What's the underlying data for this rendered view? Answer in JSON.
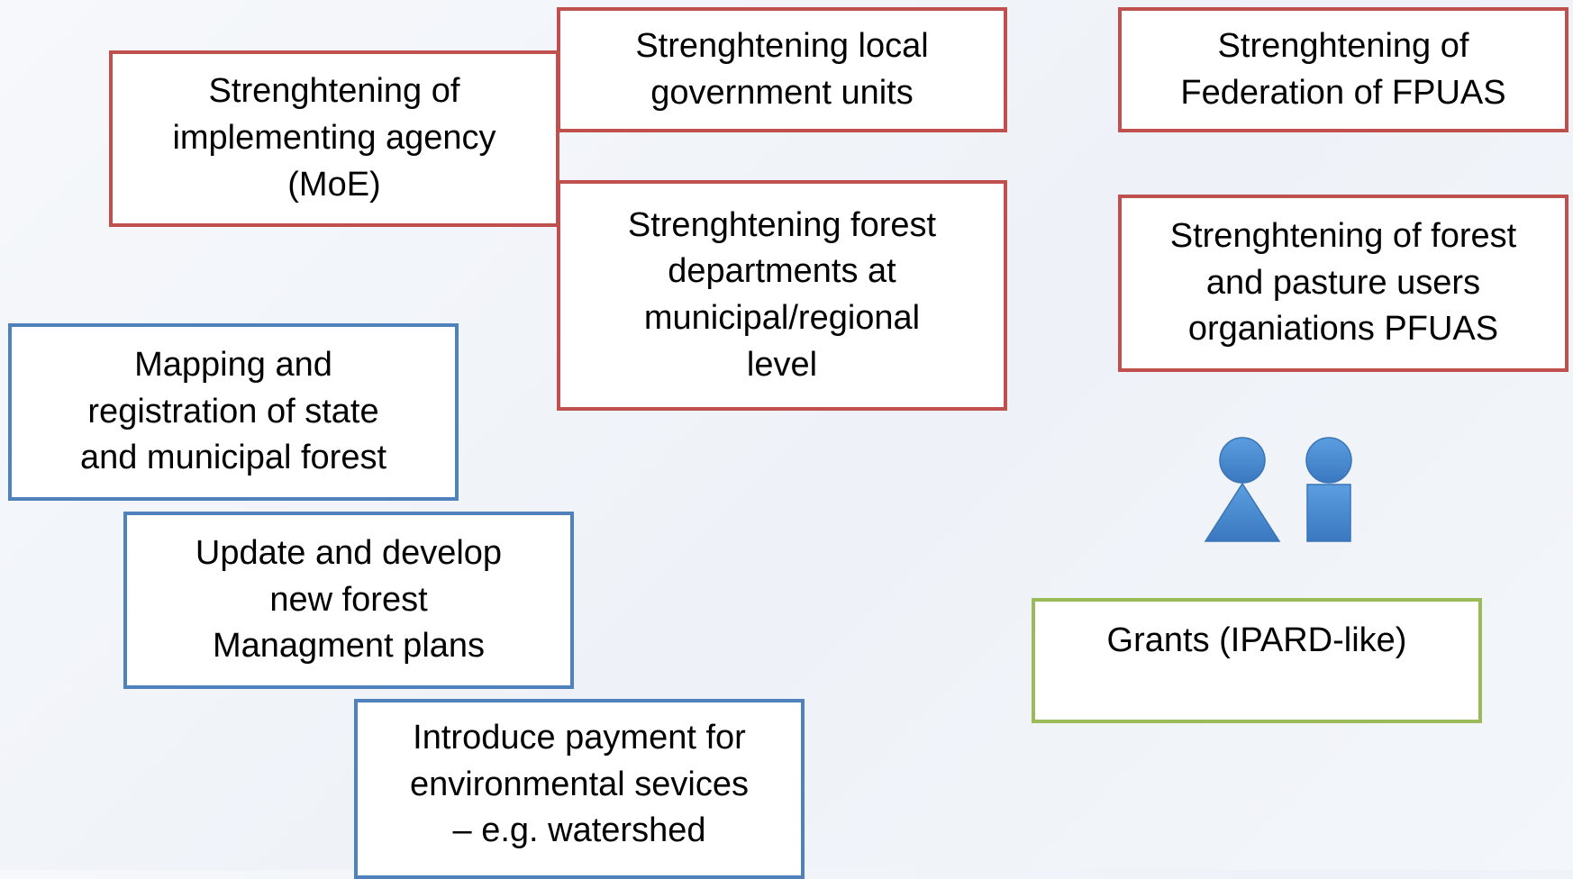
{
  "boxes": {
    "implementing_agency": "Strenghtening of implementing agency (MoE)",
    "local_government": "Strenghtening local government units",
    "forest_departments": "Strenghtening forest departments at municipal/regional level",
    "federation": "Strenghtening of Federation of FPUAS",
    "user_organisations": "Strenghtening of forest and pasture users organiations PFUAS",
    "mapping": "Mapping and registration of state and municipal forest",
    "management_plans": "Update and develop new forest Managment plans",
    "payment_services": "Introduce payment for environmental sevices – e.g. watershed",
    "grants": "Grants (IPARD-like)"
  },
  "lines": {
    "implementing_agency": "Strenghtening of\nimplementing agency\n(MoE)",
    "local_government": "Strenghtening local\ngovernment units",
    "forest_departments": "Strenghtening forest\ndepartments at\nmunicipal/regional\nlevel",
    "federation": "Strenghtening of\nFederation of FPUAS",
    "user_organisations": "Strenghtening of forest\nand pasture users\norganiations PFUAS",
    "mapping": "Mapping and\nregistration of state\nand municipal forest",
    "management_plans": "Update and develop\nnew forest\nManagment plans",
    "payment_services": "Introduce payment for\nenvironmental sevices\n– e.g. watershed"
  },
  "colors": {
    "institutional": "#c0504d",
    "forest_management": "#4f81bd",
    "grants": "#9bbb59",
    "people_icon": "#4a8bd0"
  },
  "icons": [
    "people-icon"
  ]
}
